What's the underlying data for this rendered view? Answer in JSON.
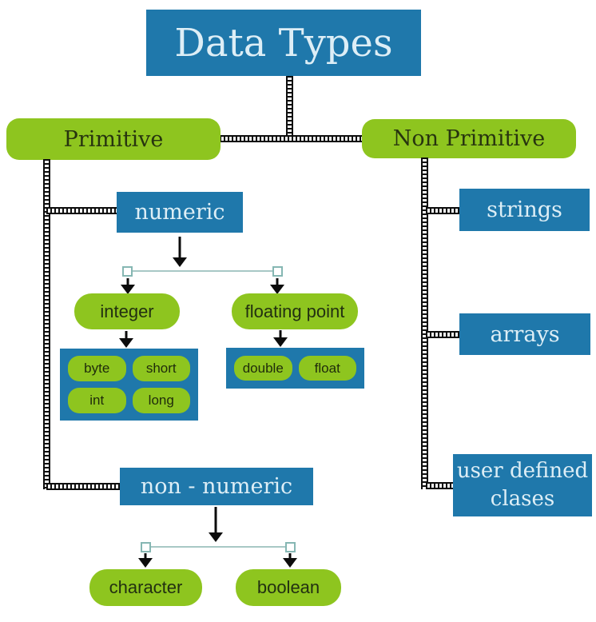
{
  "title": "Data Types",
  "nodes": {
    "primitive": "Primitive",
    "non_primitive": "Non Primitive",
    "numeric": "numeric",
    "integer": "integer",
    "floating_point": "floating point",
    "byte": "byte",
    "short": "short",
    "int": "int",
    "long": "long",
    "double": "double",
    "float": "float",
    "non_numeric": "non - numeric",
    "character": "character",
    "boolean": "boolean",
    "strings": "strings",
    "arrays": "arrays",
    "user_defined_classes": "user defined clases"
  },
  "structure": {
    "Data Types": {
      "Primitive": {
        "numeric": {
          "integer": [
            "byte",
            "short",
            "int",
            "long"
          ],
          "floating point": [
            "double",
            "float"
          ]
        },
        "non - numeric": [
          "character",
          "boolean"
        ]
      },
      "Non Primitive": [
        "strings",
        "arrays",
        "user defined clases"
      ]
    }
  },
  "colors": {
    "node_blue": "#1f78ab",
    "node_green": "#8ec51f",
    "text_on_blue": "#ddeef6",
    "text_on_green": "#27340f",
    "connector_black": "#0e0e0e",
    "splitter_teal": "#a8c8c5",
    "handle_border_teal": "#86b7b3",
    "background": "#ffffff"
  }
}
